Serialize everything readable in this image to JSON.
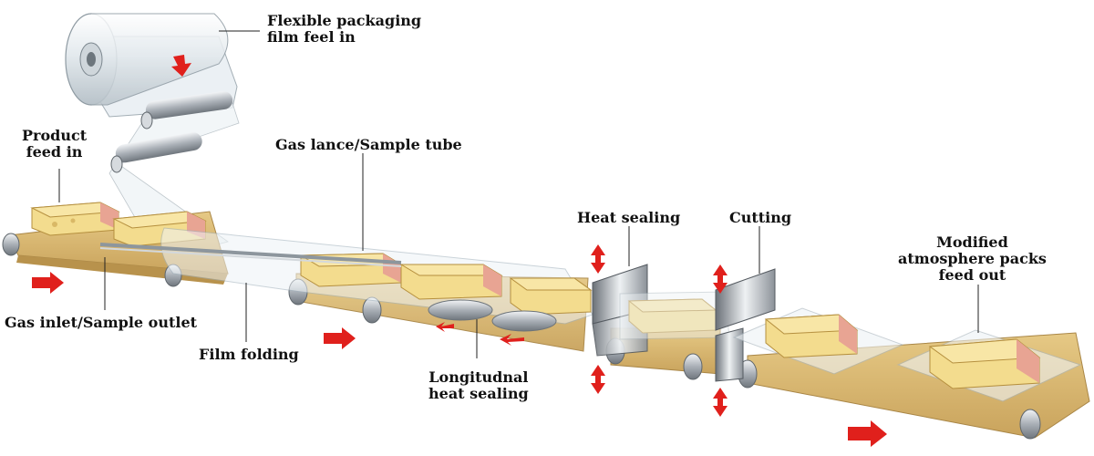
{
  "colors": {
    "belt": "#d7b56e",
    "belt_dark": "#b8924c",
    "arrow": "#e0201c",
    "steel": "#b9bec4",
    "cheese": "#f3dc8e",
    "cheese_side": "#e9c774",
    "ham": "#e8a493",
    "film": "#e6edf2"
  },
  "labels": {
    "film_feed": [
      "Flexible packaging",
      "film feel in"
    ],
    "product_feed": [
      "Product",
      "feed in"
    ],
    "gas_lance": "Gas lance/Sample tube",
    "heat_sealing": "Heat sealing",
    "cutting": "Cutting",
    "modified_packs": [
      "Modified",
      "atmosphere packs",
      "feed out"
    ],
    "gas_inlet": "Gas inlet/Sample outlet",
    "film_folding": "Film folding",
    "longitudinal": [
      "Longitudnal",
      "heat sealing"
    ]
  }
}
